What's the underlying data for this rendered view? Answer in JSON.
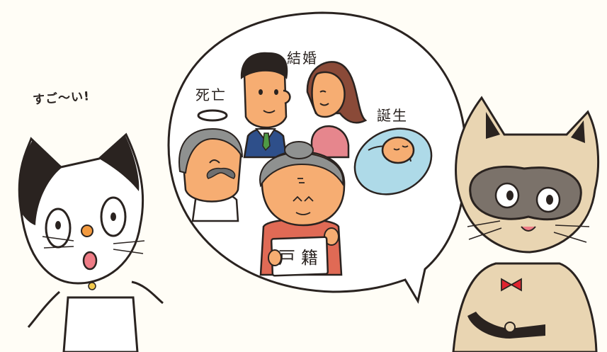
{
  "illustration": {
    "exclamation": "すご〜い!",
    "labels": {
      "death": "死亡",
      "marriage": "結婚",
      "birth": "誕生",
      "family_register": "戸籍"
    }
  },
  "colors": {
    "background": "#fffdf6",
    "outline": "#2a2320",
    "skin": "#f6ad72",
    "bubble_fill": "#ffffff",
    "siamese_fur": "#e9d5b2",
    "siamese_mask": "#7b726a",
    "cat_patch": "#2a2320",
    "cat_nose": "#f39a3f",
    "man_suit": "#2e4f8a",
    "tie_green": "#4f9a45",
    "woman_hair": "#8a4a38",
    "woman_top": "#e6868d",
    "baby_blanket": "#aedae8",
    "grandma_top": "#e06a55",
    "bow_tie": "#e0242f",
    "gray_hair": "#8f9190"
  },
  "icons": [
    "surprised-cat-icon",
    "siamese-cat-icon",
    "halo-icon",
    "bow-tie-icon",
    "swaddled-baby-icon"
  ]
}
